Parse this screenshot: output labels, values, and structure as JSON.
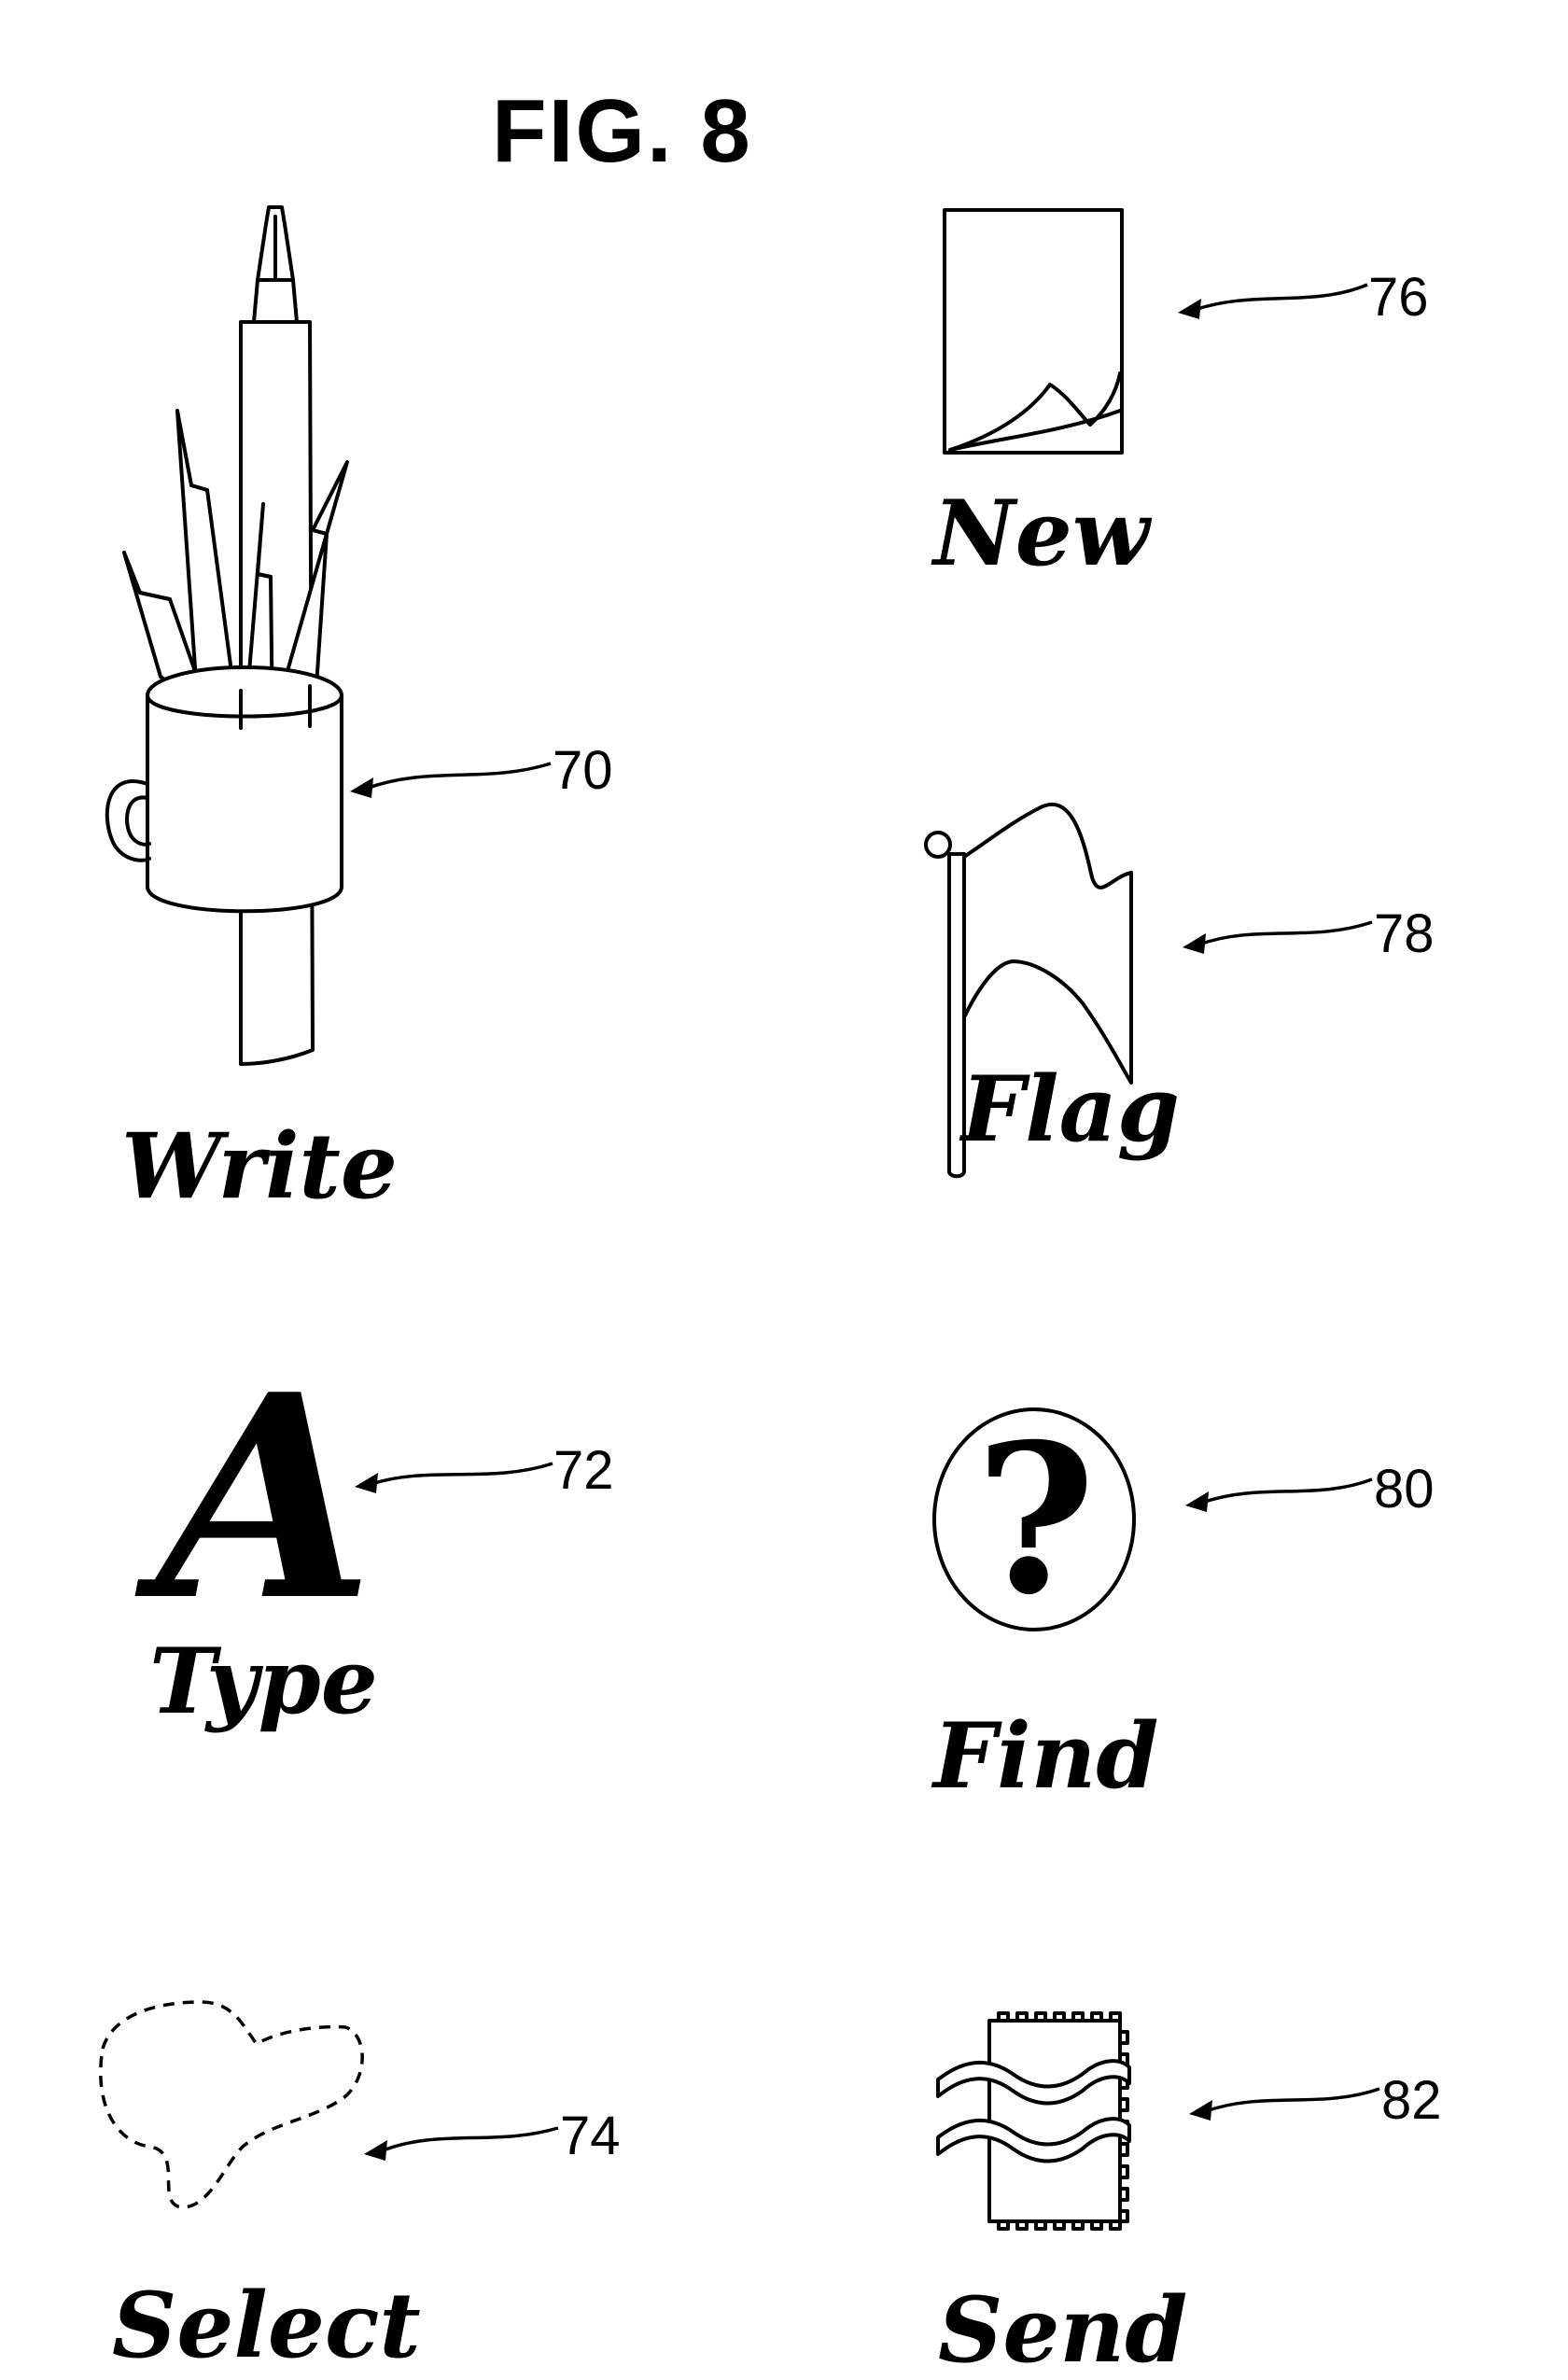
{
  "figure": {
    "title": "FIG. 8"
  },
  "icons": [
    {
      "id": "write",
      "label": "Write",
      "ref": "70",
      "icon": "pen-pencil-cup-icon"
    },
    {
      "id": "type",
      "label": "Type",
      "ref": "72",
      "icon": "letter-a-icon",
      "glyph": "A"
    },
    {
      "id": "select",
      "label": "Select",
      "ref": "74",
      "icon": "lasso-selection-icon"
    },
    {
      "id": "new",
      "label": "New",
      "ref": "76",
      "icon": "blank-page-icon"
    },
    {
      "id": "flag",
      "label": "Flag",
      "ref": "78",
      "icon": "flag-icon"
    },
    {
      "id": "find",
      "label": "Find",
      "ref": "80",
      "icon": "question-mark-icon",
      "glyph": "?"
    },
    {
      "id": "send",
      "label": "Send",
      "ref": "82",
      "icon": "postage-stamp-icon"
    }
  ],
  "colors": {
    "ink": "#000000",
    "paper": "#ffffff"
  }
}
